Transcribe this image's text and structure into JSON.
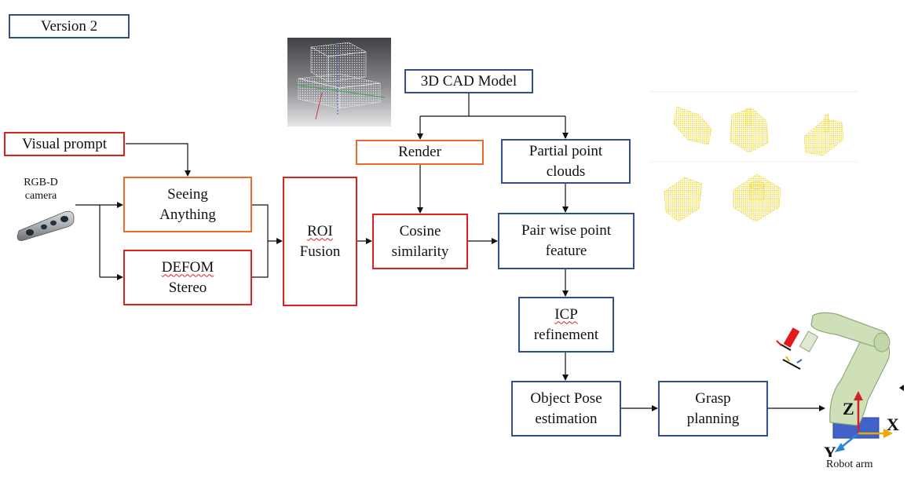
{
  "version_label": "Version 2",
  "nodes": {
    "visual_prompt": "Visual prompt",
    "camera": "RGB-D\ncamera",
    "seeing_anything": "Seeing\nAnything",
    "defom_title": "DEFOM",
    "defom_sub": "Stereo",
    "roi_title": "ROI",
    "roi_sub": "Fusion",
    "cad_model": "3D CAD Model",
    "render": "Render",
    "partial_point_clouds": "Partial point\nclouds",
    "cosine_similarity": "Cosine\nsimilarity",
    "pair_wise_feature": "Pair wise point\nfeature",
    "icp_title": "ICP",
    "icp_sub": "refinement",
    "object_pose": "Object Pose\nestimation",
    "grasp_planning": "Grasp\nplanning"
  },
  "robot": {
    "label": "Robot arm",
    "axis_x": "X",
    "axis_y": "Y",
    "axis_z": "Z"
  },
  "colors": {
    "red_border": "#e0201a",
    "orange_border": "#ee6a2c",
    "blue_border": "#2f4f8f",
    "point_cloud": "#f2d400",
    "robot_body": "#cfe0b8"
  }
}
